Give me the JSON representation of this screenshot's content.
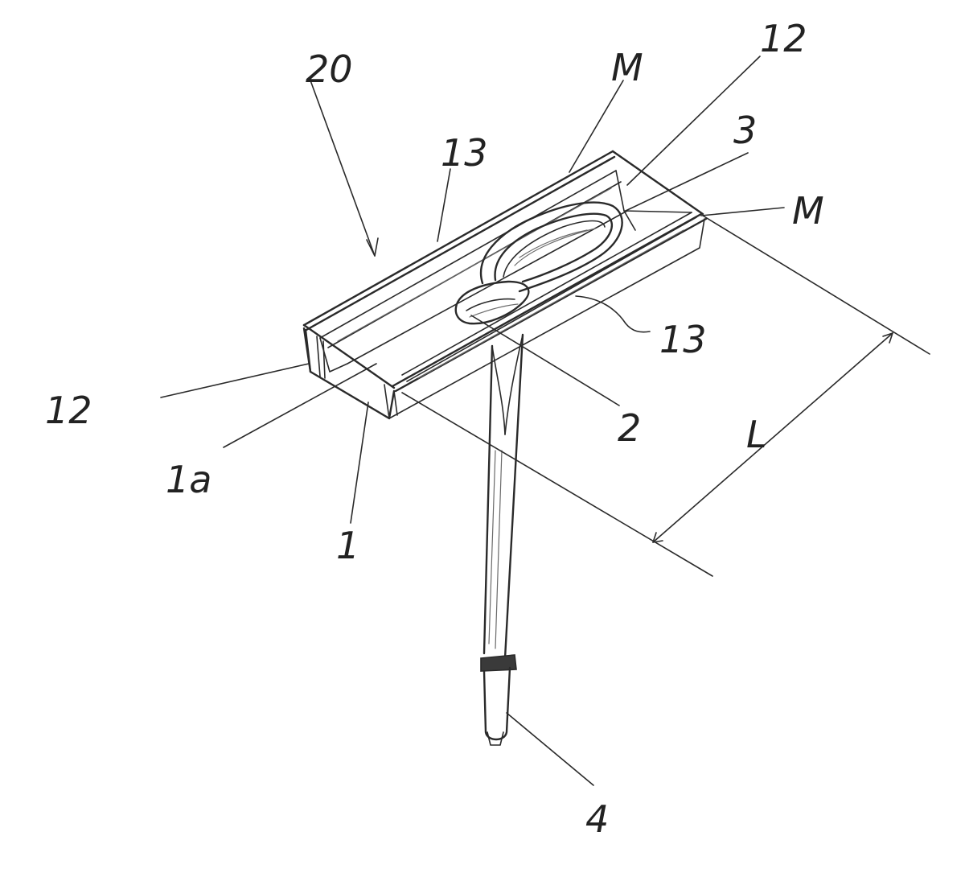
{
  "figure": {
    "labels": {
      "assembly": "20",
      "wall_top_left": "M",
      "end_top_right": "12",
      "insert": "3",
      "wall_right": "M",
      "rim_upper": "13",
      "rim_lower": "13",
      "end_left": "12",
      "floor": "1a",
      "tray": "1",
      "ring_base": "2",
      "length_dim": "L",
      "connector": "4"
    }
  }
}
